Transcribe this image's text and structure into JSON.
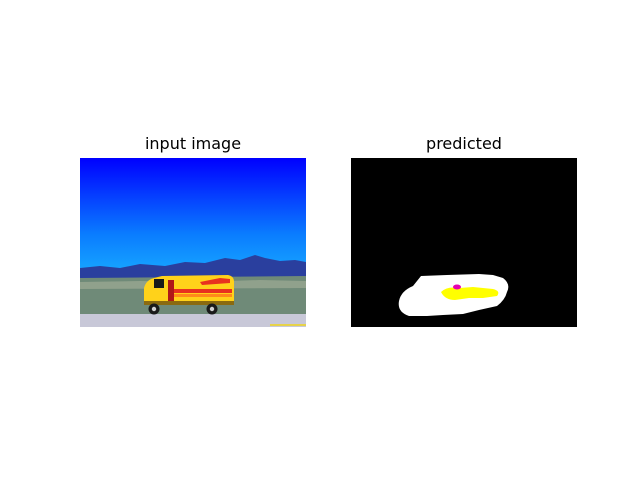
{
  "figure": {
    "panels": [
      {
        "title": "input image",
        "content": "photo",
        "colors": {
          "sky_top": "#0000ff",
          "sky_bottom": "#29e0ff",
          "mountains": "#2a3f9e",
          "ground": "#6f8a78",
          "road": "#c8c8d8",
          "van_body": "#ffd21a",
          "van_stripe_red": "#e8321f",
          "van_stripe_orange": "#ff8c1a"
        }
      },
      {
        "title": "predicted",
        "content": "segmentation-mask",
        "colors": {
          "background": "#000000",
          "region_main": "#ffffff",
          "region_secondary": "#ffff00",
          "region_small": "#e600b4"
        }
      }
    ]
  }
}
